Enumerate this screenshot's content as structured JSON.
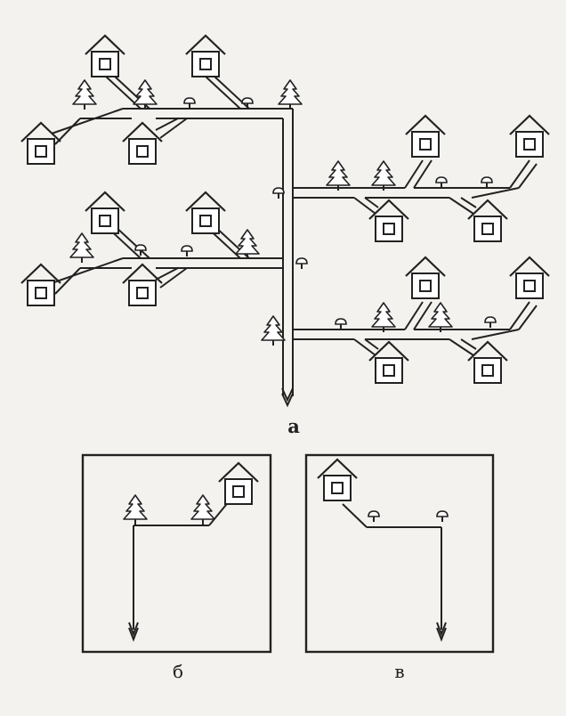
{
  "labels": {
    "a": "а",
    "b": "б",
    "v": "в"
  },
  "colors": {
    "ink": "#222222",
    "paper": "#f4f2ee",
    "fill": "#ffffff"
  },
  "icons": [
    "house-icon",
    "tree-icon",
    "mushroom-icon",
    "arrow-down-icon"
  ]
}
